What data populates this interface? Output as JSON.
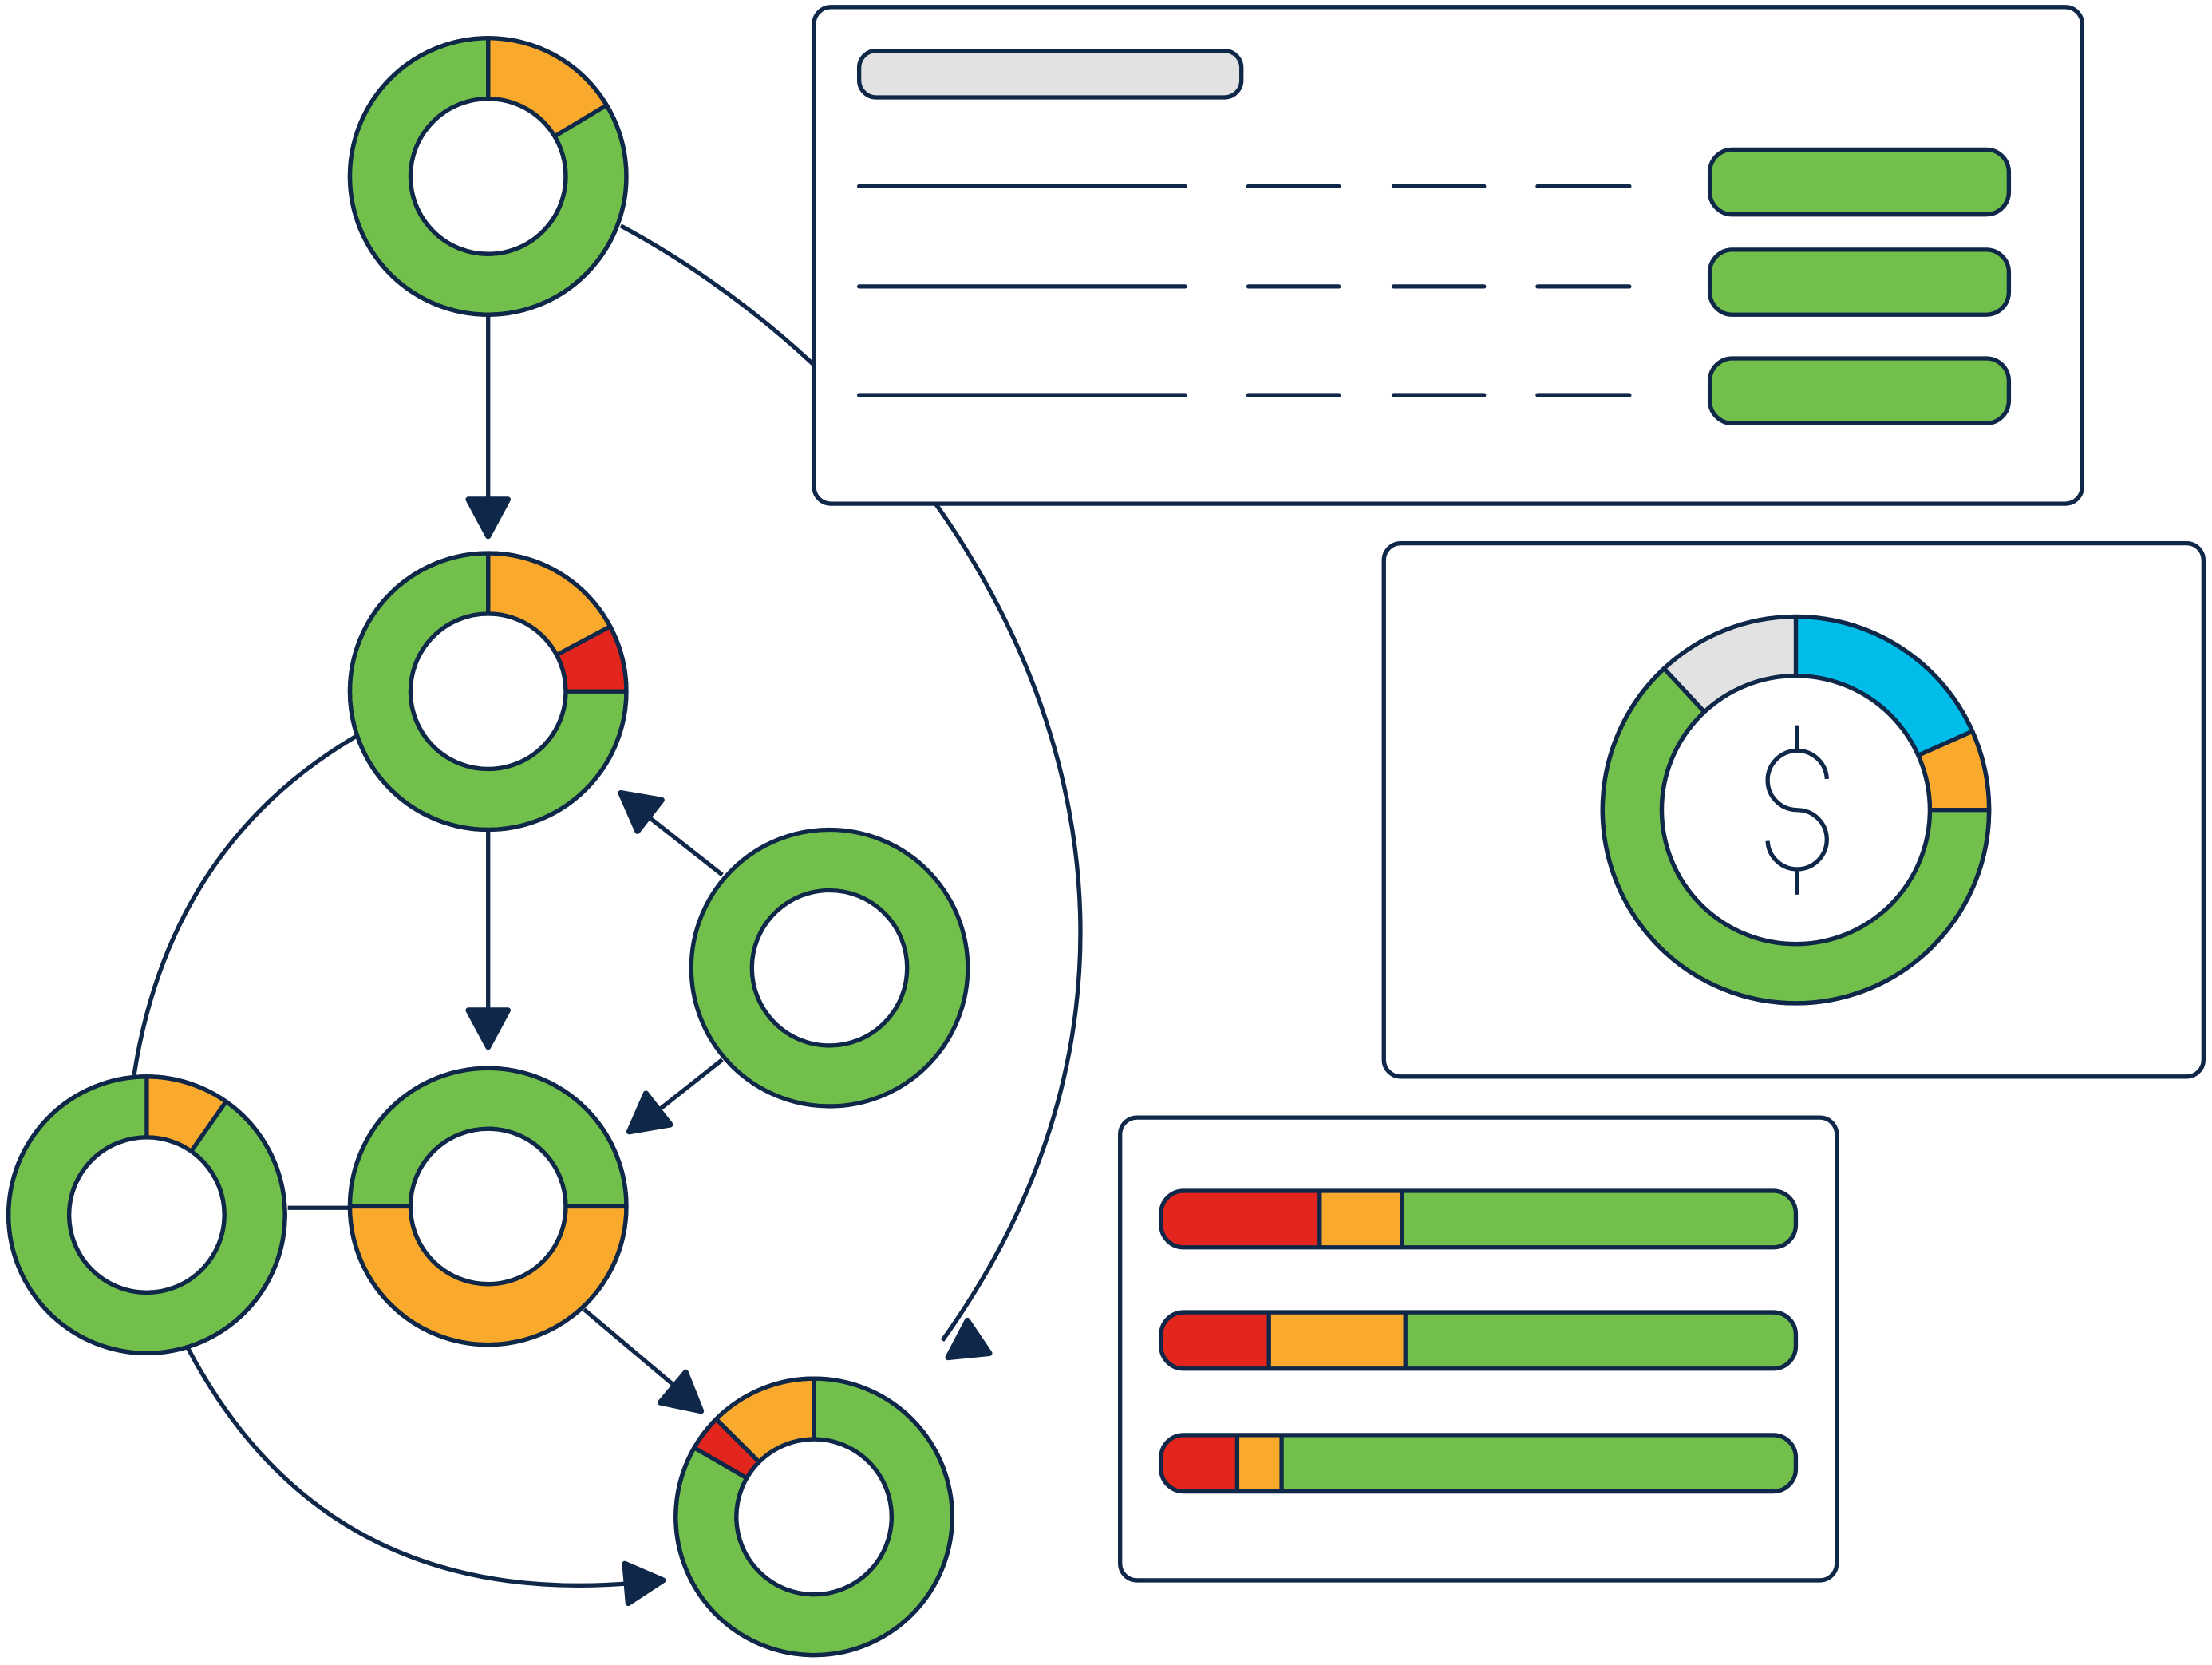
{
  "colors": {
    "outline": "#0f2748",
    "green": "#72bf4b",
    "orange": "#f9a92c",
    "red": "#e2261d",
    "cyan": "#00bce9",
    "gray": "#e2e2e2",
    "background": "#ffffff"
  },
  "donuts": [
    {
      "id": "node-top",
      "segments": [
        {
          "color": "orange",
          "from": 0,
          "to": 59
        },
        {
          "color": "green",
          "from": 59,
          "to": 360
        }
      ]
    },
    {
      "id": "node-second",
      "segments": [
        {
          "color": "orange",
          "from": 0,
          "to": 62
        },
        {
          "color": "red",
          "from": 62,
          "to": 90
        },
        {
          "color": "green",
          "from": 90,
          "to": 360
        }
      ]
    },
    {
      "id": "node-right",
      "segments": [
        {
          "color": "green",
          "from": 0,
          "to": 360
        }
      ]
    },
    {
      "id": "node-middle",
      "segments": [
        {
          "color": "green",
          "from": -90,
          "to": 90
        },
        {
          "color": "orange",
          "from": 90,
          "to": 270
        }
      ]
    },
    {
      "id": "node-left",
      "segments": [
        {
          "color": "orange",
          "from": 0,
          "to": 35
        },
        {
          "color": "green",
          "from": 35,
          "to": 360
        }
      ]
    },
    {
      "id": "node-bottom",
      "segments": [
        {
          "color": "green",
          "from": 0,
          "to": 300
        },
        {
          "color": "red",
          "from": 300,
          "to": 315
        },
        {
          "color": "orange",
          "from": 315,
          "to": 360
        }
      ]
    }
  ],
  "money_donut": {
    "icon": "dollar-icon",
    "segments": [
      {
        "color": "cyan",
        "from": 0,
        "to": 66
      },
      {
        "color": "orange",
        "from": 66,
        "to": 90
      },
      {
        "color": "green",
        "from": 90,
        "to": 317
      },
      {
        "color": "gray",
        "from": 317,
        "to": 360
      }
    ]
  },
  "table_panel": {
    "rows": [
      {
        "status": "green"
      },
      {
        "status": "green"
      },
      {
        "status": "green"
      }
    ]
  },
  "bars_panel": {
    "bars": [
      {
        "red": 25,
        "orange": 13,
        "green": 62
      },
      {
        "red": 17,
        "orange": 21.5,
        "green": 61.5
      },
      {
        "red": 12,
        "orange": 7,
        "green": 81
      }
    ]
  }
}
